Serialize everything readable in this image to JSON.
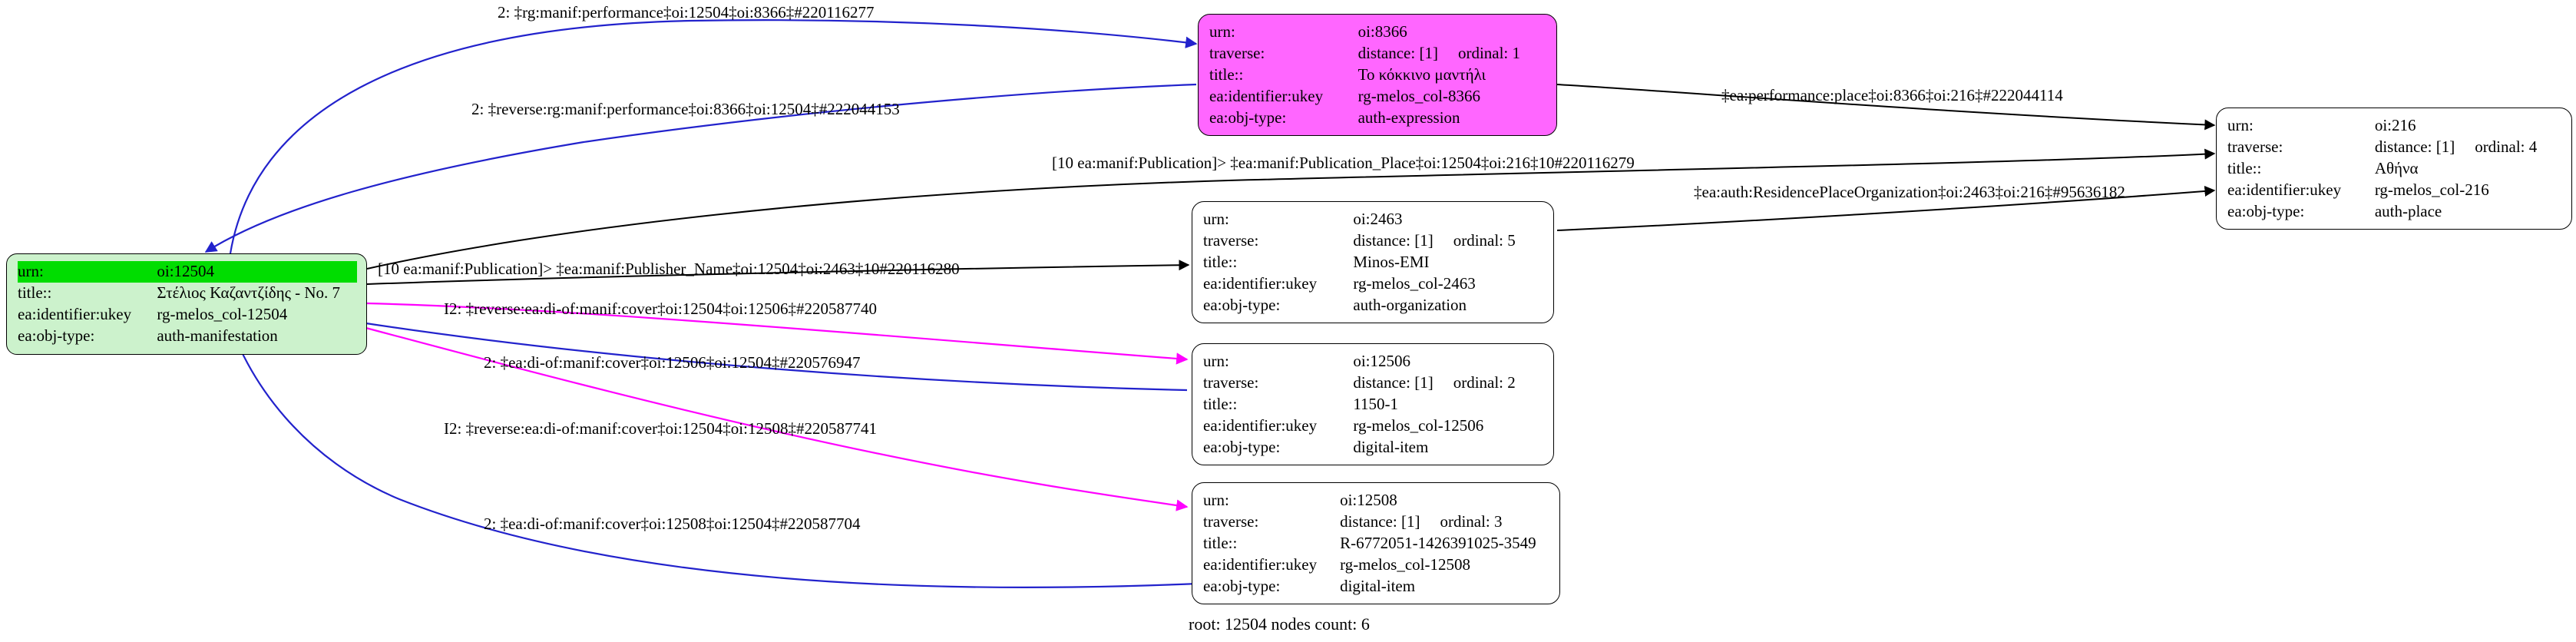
{
  "graph": {
    "footer": "root: 12504 nodes count: 6",
    "colors": {
      "root_fill": "#ccf2cc",
      "root_highlight": "#00dd00",
      "expression_fill": "#ff66ff",
      "default_fill": "#ffffff",
      "edge_black": "#000000",
      "edge_blue": "#2222cc",
      "edge_magenta": "#ff00ff",
      "text": "#000000"
    },
    "field_labels": {
      "urn": "urn:",
      "traverse": "traverse:",
      "title": "title::",
      "ukey": "ea:identifier:ukey",
      "objtype": "ea:obj-type:"
    }
  },
  "nodes": [
    {
      "id": "n12504",
      "urn": "oi:12504",
      "traverse": null,
      "distance": null,
      "ordinal": null,
      "title": "Στέλιος Καζαντζίδης - No. 7",
      "ukey": "rg-melos_col-12504",
      "objtype": "auth-manifestation"
    },
    {
      "id": "n8366",
      "urn": "oi:8366",
      "traverse": "traverse:",
      "distance": "distance: [1]",
      "ordinal": "ordinal: 1",
      "title": "Το κόκκινο μαντήλι",
      "ukey": "rg-melos_col-8366",
      "objtype": "auth-expression"
    },
    {
      "id": "n216",
      "urn": "oi:216",
      "traverse": "traverse:",
      "distance": "distance: [1]",
      "ordinal": "ordinal: 4",
      "title": "Αθήνα",
      "ukey": "rg-melos_col-216",
      "objtype": "auth-place"
    },
    {
      "id": "n2463",
      "urn": "oi:2463",
      "traverse": "traverse:",
      "distance": "distance: [1]",
      "ordinal": "ordinal: 5",
      "title": "Minos-EMI",
      "ukey": "rg-melos_col-2463",
      "objtype": "auth-organization"
    },
    {
      "id": "n12506",
      "urn": "oi:12506",
      "traverse": "traverse:",
      "distance": "distance: [1]",
      "ordinal": "ordinal: 2",
      "title": "1150-1",
      "ukey": "rg-melos_col-12506",
      "objtype": "digital-item"
    },
    {
      "id": "n12508",
      "urn": "oi:12508",
      "traverse": "traverse:",
      "distance": "distance: [1]",
      "ordinal": "ordinal: 3",
      "title": "R-6772051-1426391025-3549",
      "ukey": "rg-melos_col-12508",
      "objtype": "digital-item"
    }
  ],
  "edges": [
    {
      "id": "e1",
      "label": "2: ‡rg:manif:performance‡oi:12504‡oi:8366‡#220116277",
      "color": "#2222cc",
      "from": "n12504",
      "to": "n8366"
    },
    {
      "id": "e2",
      "label": "2: ‡reverse:rg:manif:performance‡oi:8366‡oi:12504‡#222044153",
      "color": "#2222cc",
      "from": "n8366",
      "to": "n12504"
    },
    {
      "id": "e3",
      "label": "[10 ea:manif:Publication]> ‡ea:manif:Publication_Place‡oi:12504‡oi:216‡10#220116279",
      "color": "#000000",
      "from": "n12504",
      "to": "n216"
    },
    {
      "id": "e4",
      "label": "‡ea:performance:place‡oi:8366‡oi:216‡#222044114",
      "color": "#000000",
      "from": "n8366",
      "to": "n216"
    },
    {
      "id": "e5",
      "label": "‡ea:auth:ResidencePlaceOrganization‡oi:2463‡oi:216‡#95636182",
      "color": "#000000",
      "from": "n2463",
      "to": "n216"
    },
    {
      "id": "e6",
      "label": "[10 ea:manif:Publication]> ‡ea:manif:Publisher_Name‡oi:12504‡oi:2463‡10#220116280",
      "color": "#000000",
      "from": "n12504",
      "to": "n2463"
    },
    {
      "id": "e7",
      "label": "I2: ‡reverse:ea:di-of:manif:cover‡oi:12504‡oi:12506‡#220587740",
      "color": "#ff00ff",
      "from": "n12504",
      "to": "n12506"
    },
    {
      "id": "e8",
      "label": "2: ‡ea:di-of:manif:cover‡oi:12506‡oi:12504‡#220576947",
      "color": "#2222cc",
      "from": "n12506",
      "to": "n12504"
    },
    {
      "id": "e9",
      "label": "I2: ‡reverse:ea:di-of:manif:cover‡oi:12504‡oi:12508‡#220587741",
      "color": "#ff00ff",
      "from": "n12504",
      "to": "n12508"
    },
    {
      "id": "e10",
      "label": "2: ‡ea:di-of:manif:cover‡oi:12508‡oi:12504‡#220587704",
      "color": "#2222cc",
      "from": "n12508",
      "to": "n12504"
    }
  ]
}
